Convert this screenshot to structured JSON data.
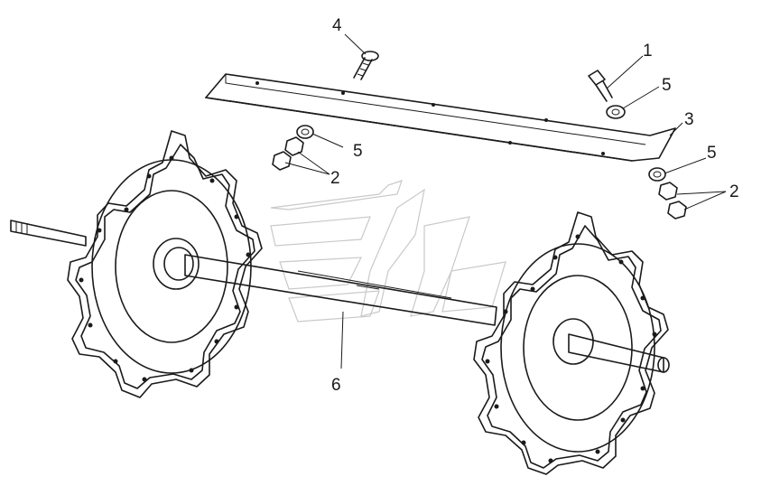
{
  "callouts": {
    "c1": "1",
    "c2a": "2",
    "c2b": "2",
    "c3": "3",
    "c4": "4",
    "c5a": "5",
    "c5b": "5",
    "c5c": "5",
    "c6": "6"
  },
  "colors": {
    "line": "#1a1a1a",
    "watermark": "#c9c9c9",
    "background": "#ffffff"
  }
}
